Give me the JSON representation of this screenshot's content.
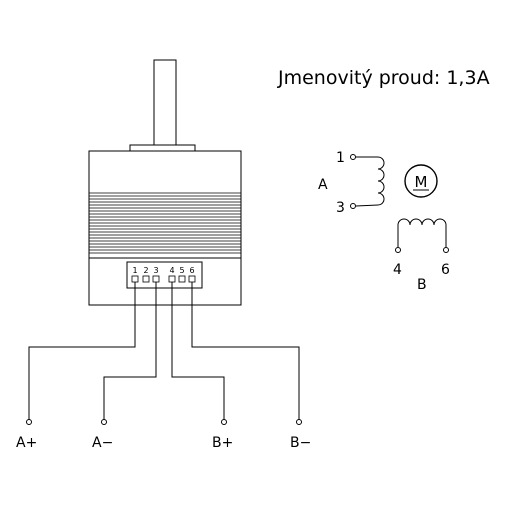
{
  "title": "Jmenovitý proud: 1,3A",
  "connector_pins": [
    "1",
    "2",
    "3",
    "4",
    "5",
    "6"
  ],
  "terminals": [
    "A+",
    "A−",
    "B+",
    "B−"
  ],
  "schematic": {
    "coil_a_label": "A",
    "coil_a_pins": [
      "1",
      "3"
    ],
    "coil_b_label": "B",
    "coil_b_pins": [
      "4",
      "6"
    ],
    "motor_symbol": "M"
  },
  "icons": {
    "motor": "motor-symbol-icon",
    "coil": "inductor-coil-icon",
    "terminal": "terminal-circle-icon"
  }
}
